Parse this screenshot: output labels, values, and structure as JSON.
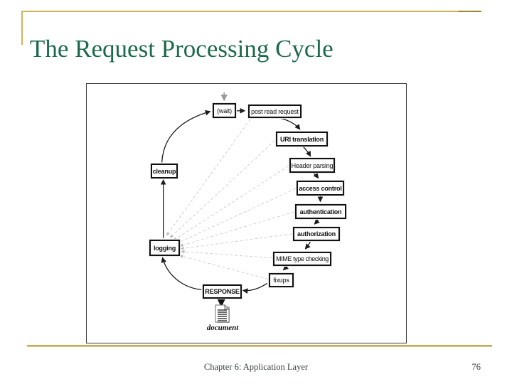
{
  "slide": {
    "title": "The Request Processing Cycle"
  },
  "footer": {
    "chapter": "Chapter 6: Application Layer",
    "page": "76"
  },
  "colors": {
    "title_green": "#1b6a4b",
    "accent_gold": "#cfb457",
    "box_border": "#111111",
    "dashed_gray": "#cfcfcf"
  },
  "diagram": {
    "nodes": [
      {
        "id": "wait",
        "label": "(wait)"
      },
      {
        "id": "post-read-request",
        "label": "post read request"
      },
      {
        "id": "uri-translation",
        "label": "URI translation"
      },
      {
        "id": "header-parsing",
        "label": "Header parsing"
      },
      {
        "id": "access-control",
        "label": "access control"
      },
      {
        "id": "authentication",
        "label": "authentication"
      },
      {
        "id": "authorization",
        "label": "authorization"
      },
      {
        "id": "mime-type-checking",
        "label": "MIME type checking"
      },
      {
        "id": "fixups",
        "label": "fixups"
      },
      {
        "id": "response",
        "label": "RESPONSE"
      },
      {
        "id": "logging",
        "label": "logging"
      },
      {
        "id": "cleanup",
        "label": "cleanup"
      }
    ],
    "document_label": "document",
    "edges_solid": [
      {
        "from": "wait",
        "to": "post-read-request"
      },
      {
        "from": "post-read-request",
        "to": "uri-translation"
      },
      {
        "from": "uri-translation",
        "to": "header-parsing"
      },
      {
        "from": "header-parsing",
        "to": "access-control"
      },
      {
        "from": "access-control",
        "to": "authentication"
      },
      {
        "from": "authentication",
        "to": "authorization"
      },
      {
        "from": "authorization",
        "to": "mime-type-checking"
      },
      {
        "from": "mime-type-checking",
        "to": "fixups"
      },
      {
        "from": "fixups",
        "to": "response"
      },
      {
        "from": "response",
        "to": "document"
      },
      {
        "from": "response",
        "to": "logging"
      },
      {
        "from": "logging",
        "to": "cleanup"
      },
      {
        "from": "cleanup",
        "to": "wait"
      }
    ],
    "edges_dashed": [
      {
        "from": "post-read-request",
        "to": "logging"
      },
      {
        "from": "uri-translation",
        "to": "logging"
      },
      {
        "from": "header-parsing",
        "to": "logging"
      },
      {
        "from": "access-control",
        "to": "logging"
      },
      {
        "from": "authentication",
        "to": "logging"
      },
      {
        "from": "authorization",
        "to": "logging"
      },
      {
        "from": "mime-type-checking",
        "to": "logging"
      },
      {
        "from": "fixups",
        "to": "logging"
      }
    ]
  }
}
